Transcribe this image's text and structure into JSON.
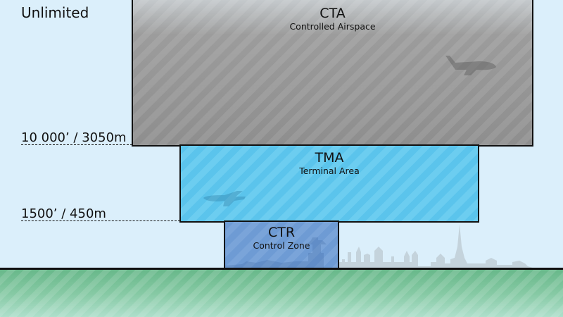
{
  "title": "Airspace structure diagram",
  "altitude_labels": {
    "top": "Unlimited",
    "upper_boundary": "10 000’ / 3050m",
    "lower_boundary": "1500’ / 450m"
  },
  "zones": [
    {
      "abbr": "CTA",
      "name": "Controlled Airspace",
      "color": "#8e8e8e"
    },
    {
      "abbr": "TMA",
      "name": "Terminal Area",
      "color": "#5bc4ec"
    },
    {
      "abbr": "CTR",
      "name": "Control Zone",
      "color": "#6e9bd4"
    }
  ],
  "decorations": {
    "aircraft": [
      "airplane-icon-cta",
      "airplane-icon-tma"
    ],
    "skyline": "city-skyline",
    "tower": "control-tower-icon"
  },
  "colors": {
    "sky": "#dbeffb",
    "ground": "#68b88a",
    "outline": "#111111"
  }
}
